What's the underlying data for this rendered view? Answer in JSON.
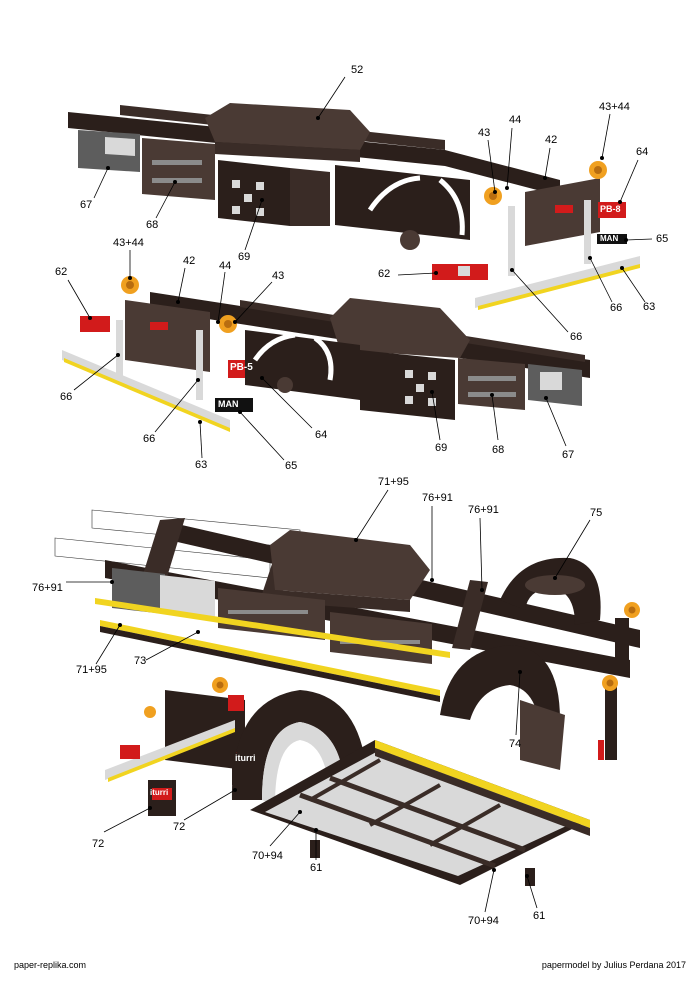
{
  "labels": {
    "l52": "52",
    "l43a": "43",
    "l44a": "44",
    "l4344a": "43+44",
    "l42a": "42",
    "l64a": "64",
    "l65a": "65",
    "l67a": "67",
    "l68a": "68",
    "l69a": "69",
    "l62a": "62",
    "l66a1": "66",
    "l66a2": "66",
    "l63a": "63",
    "l4344b": "43+44",
    "l42b": "42",
    "l62b": "62",
    "l44b": "44",
    "l43b": "43",
    "l66b1": "66",
    "l66b2": "66",
    "l63b": "63",
    "l65b": "65",
    "l64b": "64",
    "l69b": "69",
    "l68b": "68",
    "l67b": "67",
    "l7195a": "71+95",
    "l7691a": "76+91",
    "l7691b": "76+91",
    "l75": "75",
    "l7691c": "76+91",
    "l7195b": "71+95",
    "l73": "73",
    "l74": "74",
    "l72a": "72",
    "l72b": "72",
    "l7094a": "70+94",
    "l61a": "61",
    "l7094b": "70+94",
    "l61b": "61"
  },
  "footer": {
    "left": "paper-replika.com",
    "right": "papermodel by Julius Perdana 2017"
  },
  "decals": {
    "plate_a": "PB-8",
    "plate_b": "PB-5",
    "badge_a": "MAN",
    "badge_b": "MAN",
    "brand_a": "iturri",
    "brand_b": "iturri"
  },
  "colors": {
    "chassis": "#3a2c27",
    "bumper_yellow": "#f1d420",
    "lamp_red": "#d21b1b",
    "beacon_orange": "#f0a020"
  }
}
